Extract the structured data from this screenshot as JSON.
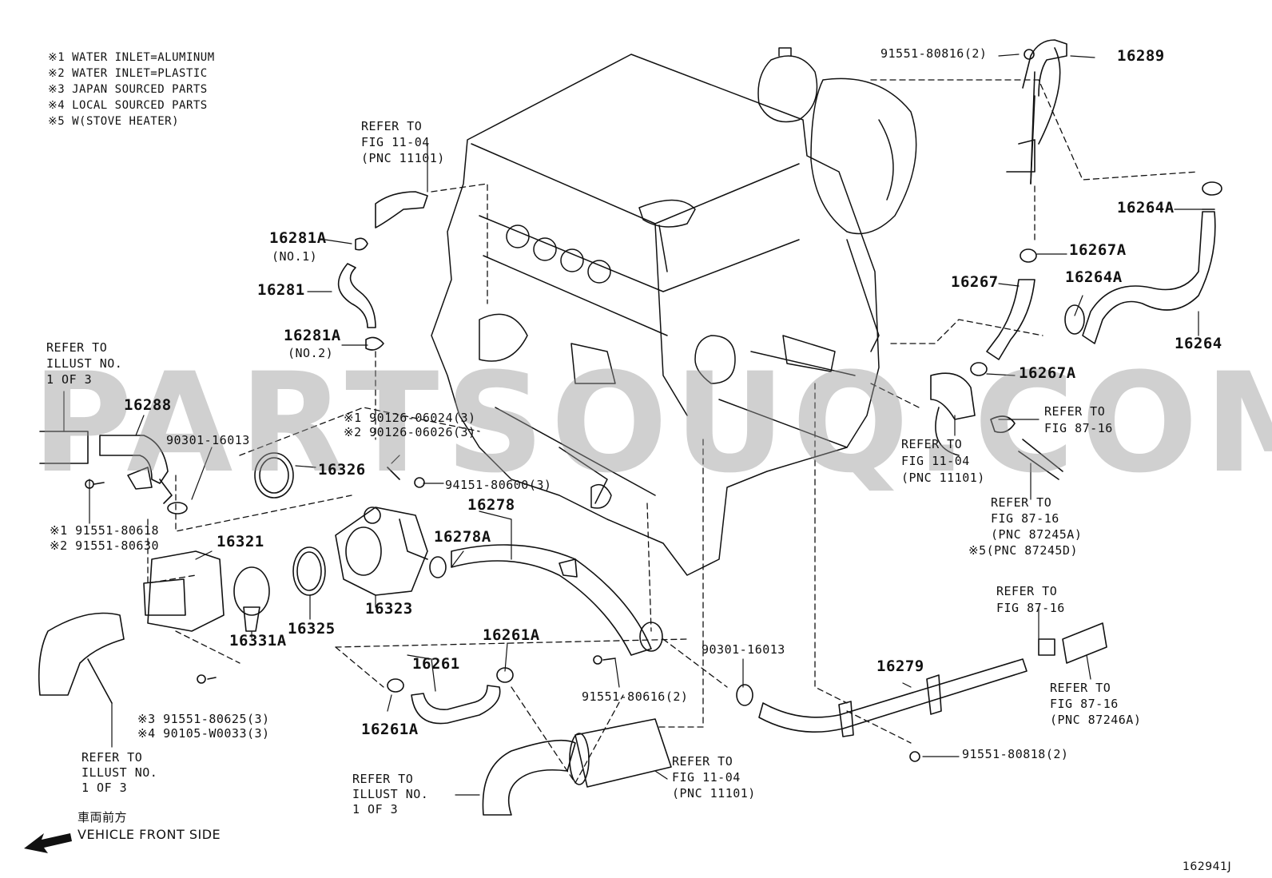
{
  "notes": [
    "※1 WATER INLET=ALUMINUM",
    "※2 WATER INLET=PLASTIC",
    "※3 JAPAN SOURCED PARTS",
    "※4 LOCAL SOURCED PARTS",
    "※5 W(STOVE HEATER)"
  ],
  "watermark": "PARTSOUQ.COM",
  "labels": {
    "refer_fig_1104_top": [
      "REFER TO",
      "FIG 11-04",
      "(PNC 11101)"
    ],
    "p16281a_1": "16281A",
    "p16281a_1_sub": "(NO.1)",
    "p16281": "16281",
    "p16281a_2": "16281A",
    "p16281a_2_sub": "(NO.2)",
    "refer_illust_left": [
      "REFER TO",
      "ILLUST NO.",
      "1 OF 3"
    ],
    "p16288": "16288",
    "p90301_top": "90301-16013",
    "p90126": [
      "※1 90126-06024(3)",
      "※2 90126-06026(3)"
    ],
    "p16326": "16326",
    "p94151": "94151-80600(3)",
    "p91551_618": [
      "※1 91551-80618",
      "※2 91551-80630"
    ],
    "p16278": "16278",
    "p16278a": "16278A",
    "p16321": "16321",
    "p16323": "16323",
    "p16331a": "16331A",
    "p16325": "16325",
    "p90301_mid": "90301-16013",
    "p91551_625": [
      "※3 91551-80625(3)",
      "※4 90105-W0033(3)"
    ],
    "p16261a_top": "16261A",
    "p16261": "16261",
    "p16261a_bottom": "16261A",
    "p91551_616": "91551-80616(2)",
    "refer_illust_bottom_left": [
      "REFER TO",
      "ILLUST NO.",
      "1 OF 3"
    ],
    "refer_illust_bottom_mid": [
      "REFER TO",
      "ILLUST NO.",
      "1 OF 3"
    ],
    "refer_fig_1104_bottom": [
      "REFER TO",
      "FIG 11-04",
      "(PNC 11101)"
    ],
    "p16279": "16279",
    "p91551_818": "91551-80818(2)",
    "p91551_816": "91551-80816(2)",
    "p16289": "16289",
    "p16264a_top": "16264A",
    "p16267a_top": "16267A",
    "p16267": "16267",
    "p16264a_mid": "16264A",
    "p16264": "16264",
    "p16267a_bottom": "16267A",
    "refer_fig_1104_right": [
      "REFER TO",
      "FIG 11-04",
      "(PNC 11101)"
    ],
    "refer_fig_8716_a": [
      "REFER TO",
      "FIG 87-16"
    ],
    "refer_fig_8716_b": [
      "REFER TO",
      "FIG 87-16",
      "(PNC 87245A)",
      "※5(PNC 87245D)"
    ],
    "refer_fig_8716_c": [
      "REFER TO",
      "FIG 87-16"
    ],
    "refer_fig_8716_d": [
      "REFER TO",
      "FIG 87-16",
      "(PNC 87246A)"
    ],
    "front_jp": "車両前方",
    "front_en": "VEHICLE FRONT SIDE",
    "figure_id": "162941J"
  },
  "icons": {
    "front-arrow": "arrow-down-left"
  }
}
